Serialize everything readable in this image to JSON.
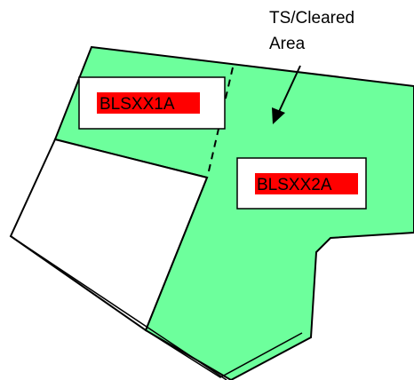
{
  "annotation": {
    "line1": "TS/Cleared",
    "line2": "Area"
  },
  "blocks": [
    {
      "id": "BLSXX1A",
      "label": "BLSXX1A"
    },
    {
      "id": "BLSXX2A",
      "label": "BLSXX2A"
    }
  ],
  "colors": {
    "cleared_area": "#6dff9c",
    "uncleared_area": "#ffffff",
    "outline": "#000000",
    "label_highlight": "#ff0000",
    "label_box": "#ffffff"
  }
}
